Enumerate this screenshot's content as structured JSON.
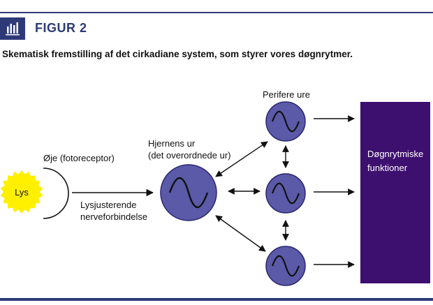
{
  "header": {
    "figure_label": "FIGUR 2",
    "icon": "bar-chart-icon"
  },
  "caption": "Skematisk fremstilling af det cirkadiane system, som styrer vores døgnrytmer.",
  "diagram": {
    "light_label": "Lys",
    "eye_label": "Øje (fotoreceptor)",
    "nerve_label_line1": "Lysjusterende",
    "nerve_label_line2": "nerveforbindelse",
    "brain_clock_line1": "Hjernens ur",
    "brain_clock_line2": "(det overordnede ur)",
    "peripheral_label": "Perifere ure",
    "output_line1": "Døgnrytmiske",
    "output_line2": "funktioner"
  },
  "colors": {
    "brand": "#2e3a78",
    "clock_fill": "#5b5aa8",
    "output_box": "#3d0f6e",
    "sun": "#fff000"
  }
}
